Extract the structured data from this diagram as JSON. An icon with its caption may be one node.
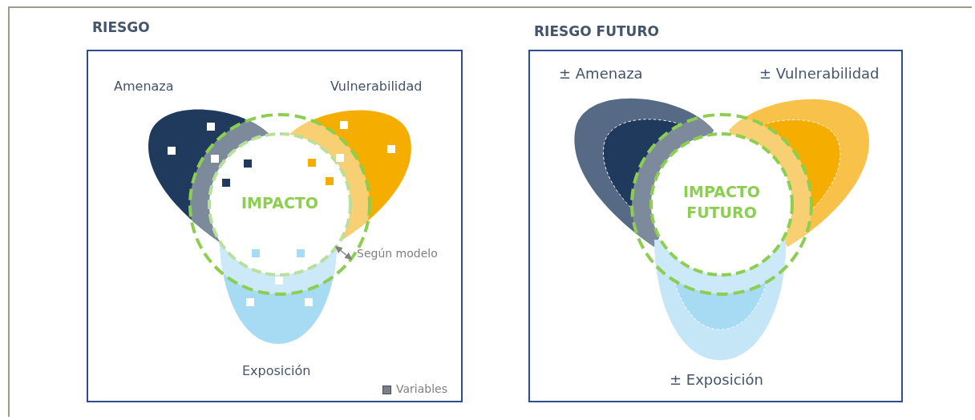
{
  "diagram": {
    "nodes": [
      {
        "text": [
          "RIESGO"
        ]
      },
      {
        "text": [
          "Amenaza"
        ],
        "in": 0
      },
      {
        "text": [
          "Vulnerabilidad"
        ],
        "in": 0
      },
      {
        "text": [
          "Exposición"
        ],
        "in": 0
      },
      {
        "text": [
          "IMPACTO"
        ],
        "in": 0
      },
      {
        "text": [
          "RIESGO FUTURO"
        ]
      },
      {
        "text": [
          "± Amenaza"
        ],
        "in": 5
      },
      {
        "text": [
          "± Vulnerabilidad"
        ],
        "in": 5
      },
      {
        "text": [
          "± Exposición"
        ],
        "in": 5
      },
      {
        "text": [
          "IMPACTO FUTURO"
        ],
        "in": 5
      }
    ],
    "labels": [
      "Según modelo"
    ],
    "legend": [
      {
        "text": "Variables",
        "color": "#7f7f7f"
      }
    ]
  }
}
